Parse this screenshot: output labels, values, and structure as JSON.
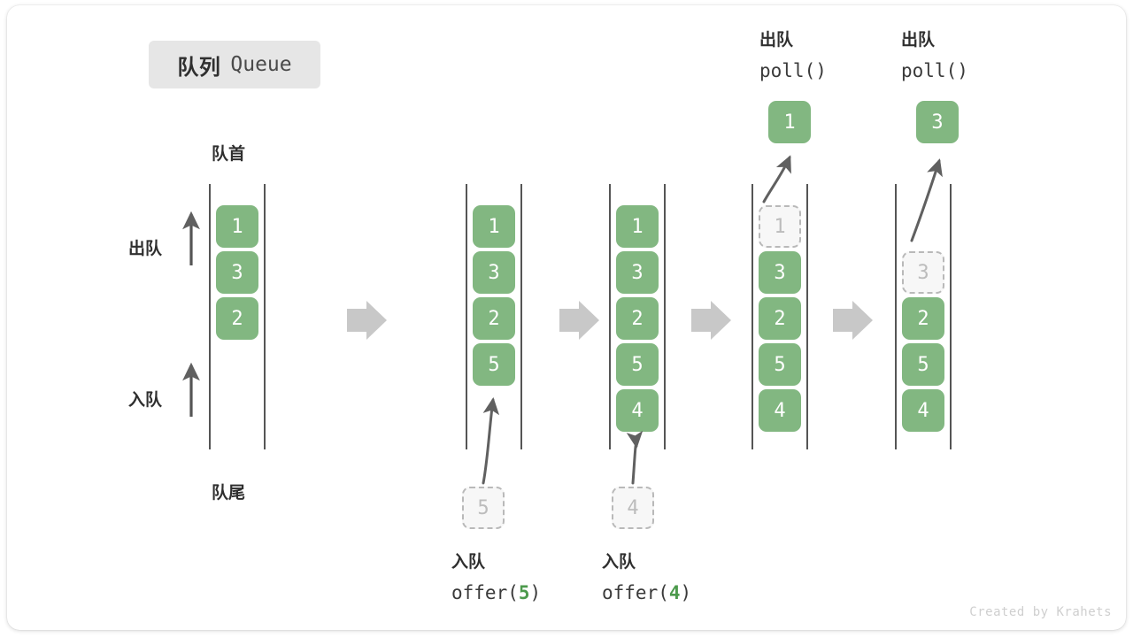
{
  "title": {
    "cn": "队列",
    "en": "Queue"
  },
  "axis_labels": {
    "front": "队首",
    "rear": "队尾",
    "dequeue": "出队",
    "enqueue": "入队"
  },
  "operations": [
    {
      "cn": "入队",
      "fn_prefix": "offer(",
      "arg": "5",
      "fn_suffix": ")"
    },
    {
      "cn": "入队",
      "fn_prefix": "offer(",
      "arg": "4",
      "fn_suffix": ")"
    },
    {
      "cn": "出队",
      "fn_prefix": "poll(",
      "arg": "",
      "fn_suffix": ")"
    },
    {
      "cn": "出队",
      "fn_prefix": "poll(",
      "arg": "",
      "fn_suffix": ")"
    }
  ],
  "colors": {
    "element_fill": "#82b781",
    "element_text": "#ffffff",
    "ghost_fill": "#f7f7f7",
    "ghost_border": "#b9b9b9",
    "ghost_text": "#bcbcbc",
    "rail": "#555555",
    "arrow": "#606060",
    "step_arrow": "#c8c8c8",
    "badge_bg": "#e6e6e6",
    "accent_number": "#4c9a4c"
  },
  "columns": [
    {
      "name": "state-initial",
      "cells": [
        {
          "value": "1",
          "state": "solid"
        },
        {
          "value": "3",
          "state": "solid"
        },
        {
          "value": "2",
          "state": "solid"
        }
      ]
    },
    {
      "name": "state-after-offer-5",
      "cells": [
        {
          "value": "1",
          "state": "solid"
        },
        {
          "value": "3",
          "state": "solid"
        },
        {
          "value": "2",
          "state": "solid"
        },
        {
          "value": "5",
          "state": "solid"
        }
      ]
    },
    {
      "name": "state-after-offer-4",
      "cells": [
        {
          "value": "1",
          "state": "solid"
        },
        {
          "value": "3",
          "state": "solid"
        },
        {
          "value": "2",
          "state": "solid"
        },
        {
          "value": "5",
          "state": "solid"
        },
        {
          "value": "4",
          "state": "solid"
        }
      ]
    },
    {
      "name": "state-after-poll-1",
      "cells": [
        {
          "value": "1",
          "state": "ghost"
        },
        {
          "value": "3",
          "state": "solid"
        },
        {
          "value": "2",
          "state": "solid"
        },
        {
          "value": "5",
          "state": "solid"
        },
        {
          "value": "4",
          "state": "solid"
        }
      ]
    },
    {
      "name": "state-after-poll-3",
      "cells": [
        {
          "value": "",
          "state": "empty"
        },
        {
          "value": "3",
          "state": "ghost"
        },
        {
          "value": "2",
          "state": "solid"
        },
        {
          "value": "5",
          "state": "solid"
        },
        {
          "value": "4",
          "state": "solid"
        }
      ]
    }
  ],
  "pending_boxes": [
    {
      "name": "pending-offer-5",
      "value": "5"
    },
    {
      "name": "pending-offer-4",
      "value": "4"
    }
  ],
  "popped_boxes": [
    {
      "name": "popped-poll-1",
      "value": "1"
    },
    {
      "name": "popped-poll-3",
      "value": "3"
    }
  ],
  "watermark": "Created by Krahets"
}
